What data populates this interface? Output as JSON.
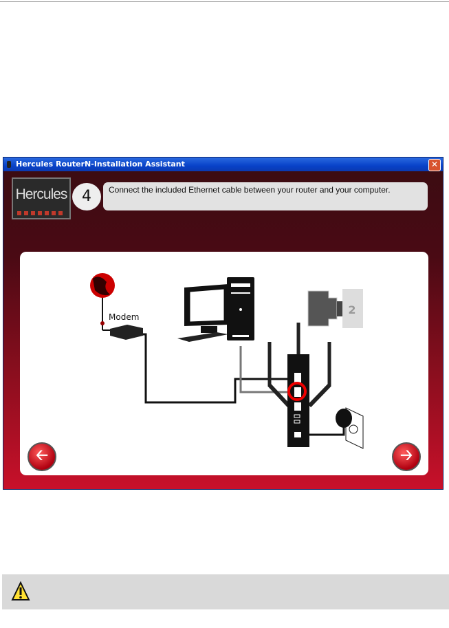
{
  "window": {
    "title": "Hercules RouterN-Installation Assistant",
    "close_glyph": "✕"
  },
  "header": {
    "logo_text": "Hercules",
    "step_number": "4",
    "instruction": "Connect the included Ethernet cable between your router and your computer."
  },
  "diagram": {
    "modem_label": "Modem",
    "port_number": "2"
  },
  "nav": {
    "back_glyph": "🡠",
    "next_glyph": "🡢"
  },
  "colors": {
    "accent": "#c8102a",
    "warning_bg": "#d9d9d9"
  }
}
